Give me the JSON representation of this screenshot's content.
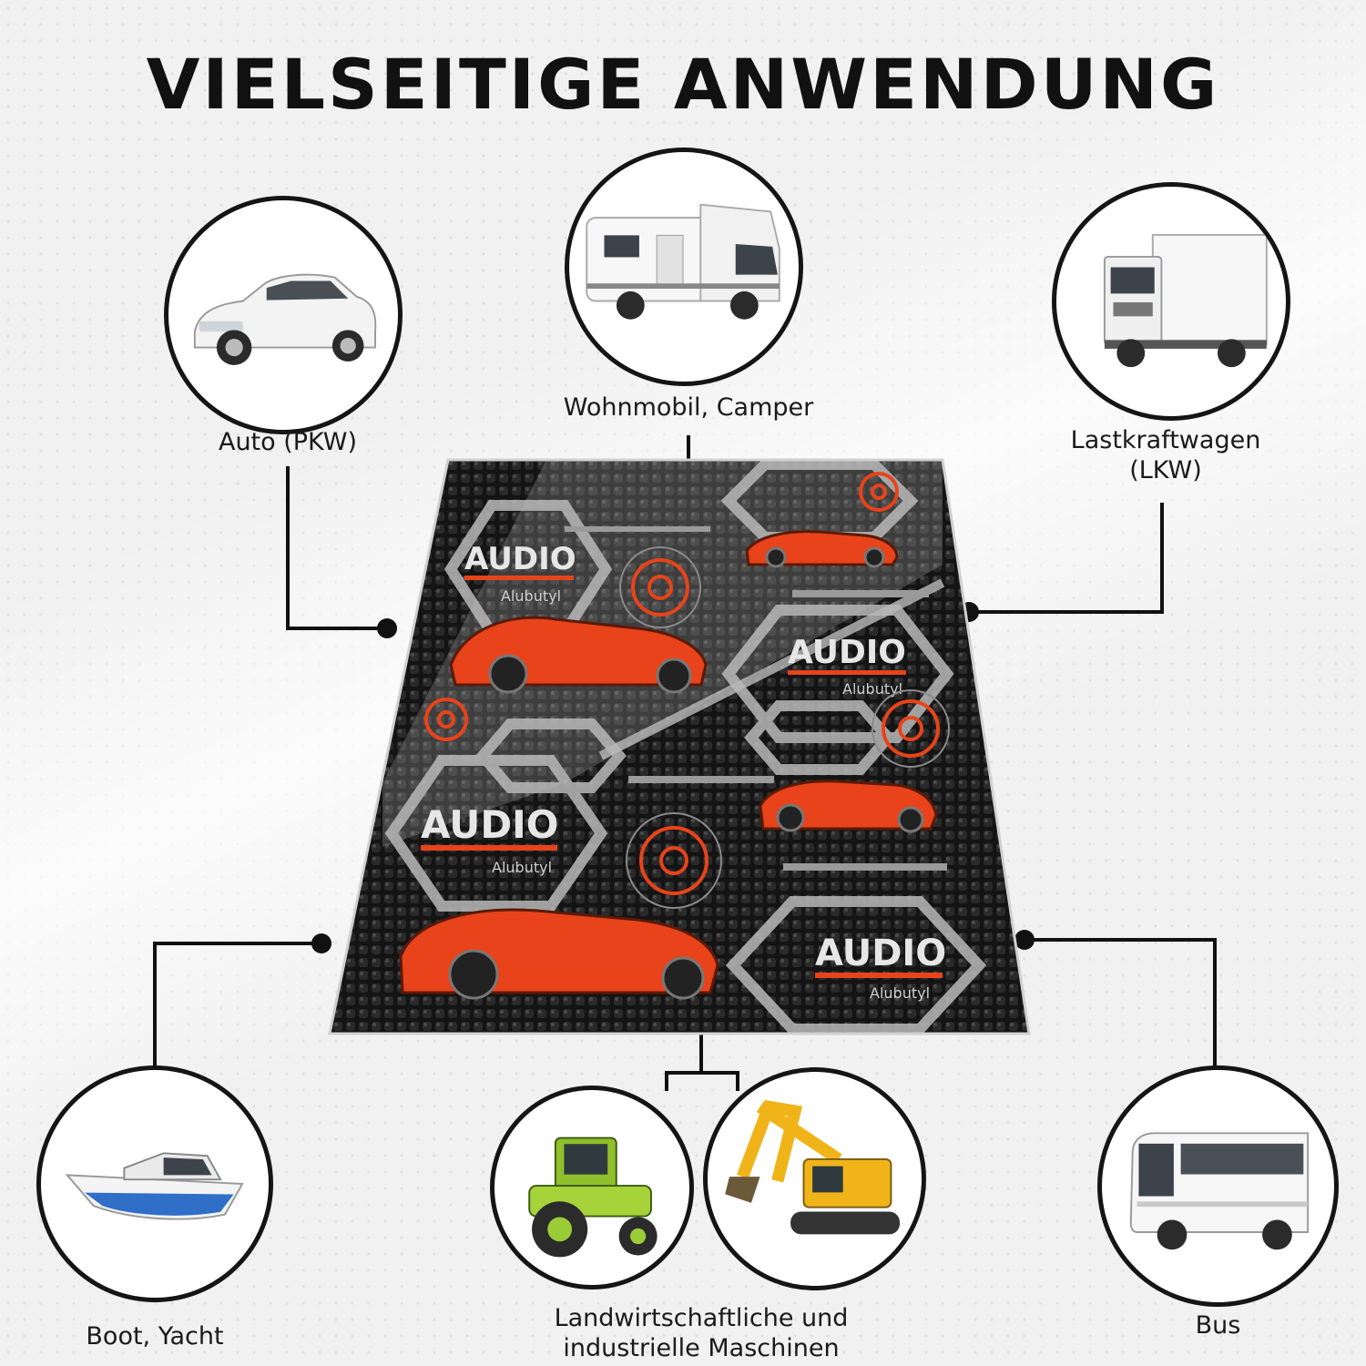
{
  "title": "VIELSEITIGE ANWENDUNG",
  "applications": {
    "auto": {
      "label": "Auto (PKW)",
      "icon": "car-icon"
    },
    "camper": {
      "label": "Wohnmobil, Camper",
      "icon": "camper-icon"
    },
    "truck": {
      "label_line1": "Lastkraftwagen",
      "label_line2": "(LKW)",
      "icon": "truck-icon"
    },
    "boat": {
      "label": "Boot, Yacht",
      "icon": "boat-icon"
    },
    "machines": {
      "label_line1": "Landwirtschaftliche und",
      "label_line2": "industrielle Maschinen",
      "icons": [
        "tractor-icon",
        "excavator-icon"
      ]
    },
    "bus": {
      "label": "Bus",
      "icon": "bus-icon"
    }
  },
  "mat": {
    "brand_text": "AUDIO",
    "sub_text": "Alubutyl",
    "colors": {
      "background": "#121212",
      "accent": "#e8431a",
      "hexagon": "#bfbfbf"
    }
  }
}
